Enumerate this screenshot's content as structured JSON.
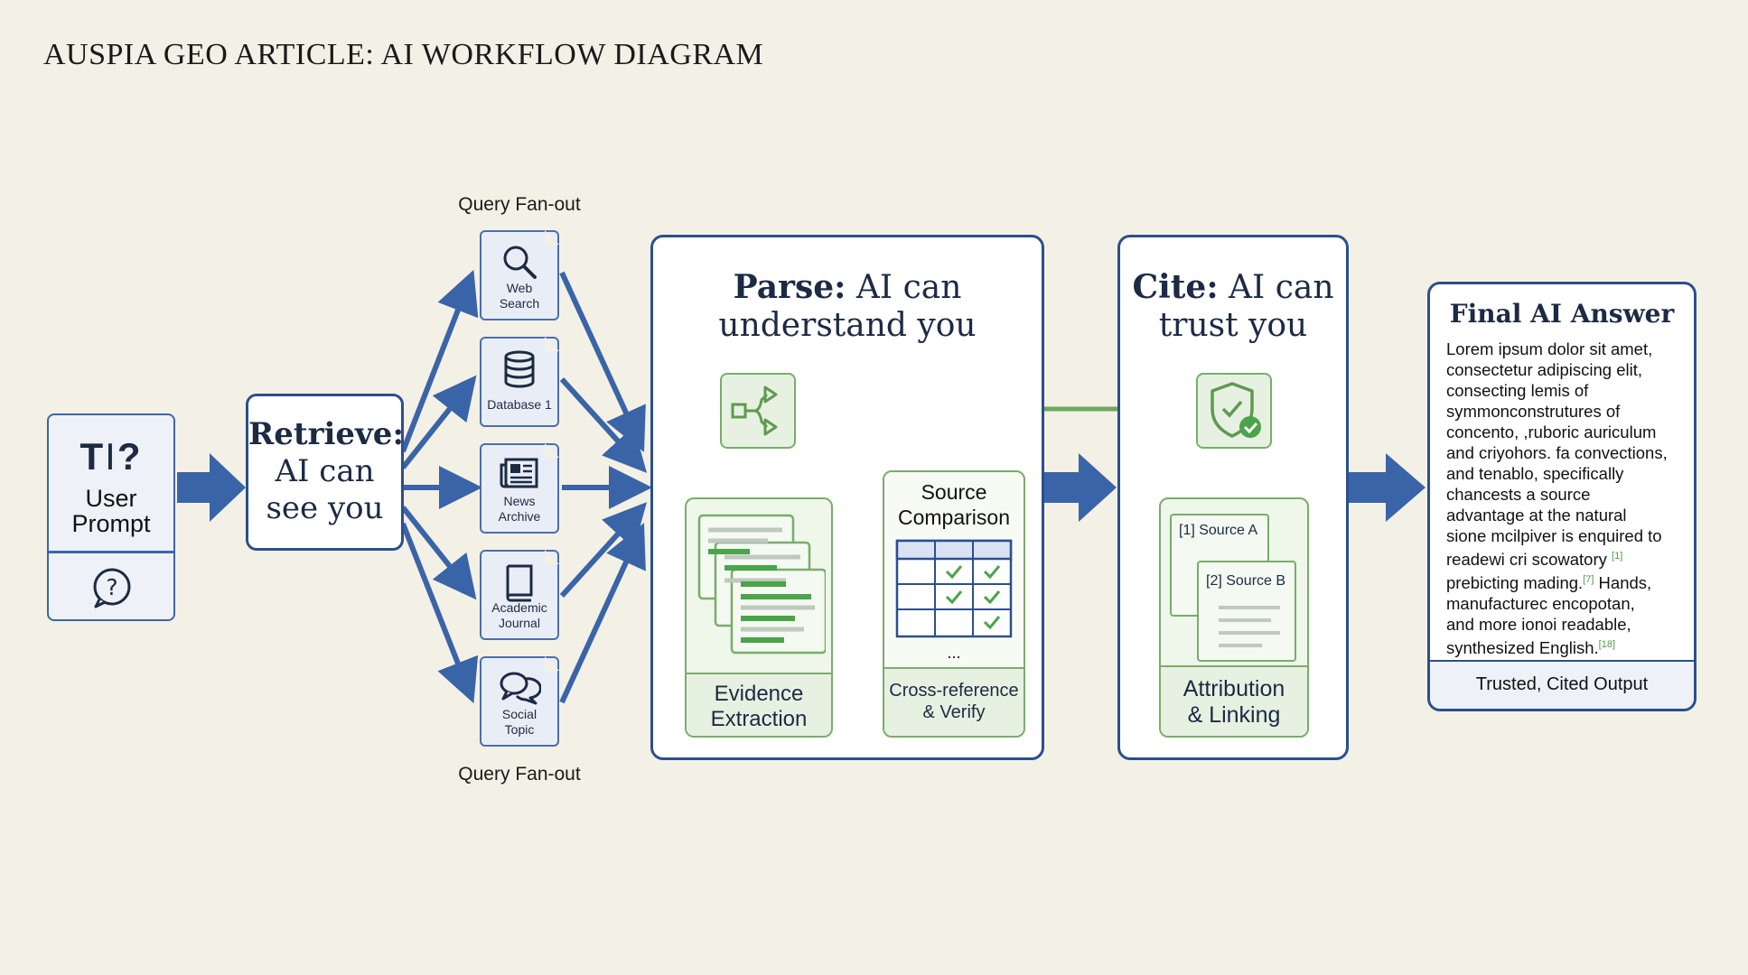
{
  "page_title": "AUSPIA GEO ARTICLE: AI WORKFLOW DIAGRAM",
  "fanout_top_label": "Query Fan-out",
  "fanout_bottom_label": "Query Fan-out",
  "user_prompt": {
    "label_line1": "User",
    "label_line2": "Prompt",
    "icon_glyph": "T⌶?"
  },
  "retrieve": {
    "title": "Retrieve:",
    "line2": "AI can",
    "line3": "see you"
  },
  "sources": [
    {
      "line1": "Web",
      "line2": "Search",
      "icon": "search-icon"
    },
    {
      "line1": "Database 1",
      "line2": "",
      "icon": "database-icon"
    },
    {
      "line1": "News",
      "line2": "Archive",
      "icon": "newspaper-icon"
    },
    {
      "line1": "Academic",
      "line2": "Journal",
      "icon": "book-icon"
    },
    {
      "line1": "Social",
      "line2": "Topic",
      "icon": "chat-bubbles-icon"
    }
  ],
  "parse": {
    "title_bold": "Parse:",
    "title_rest": " AI can",
    "title_line2": "understand you",
    "evidence_label_line1": "Evidence",
    "evidence_label_line2": "Extraction",
    "comparison_title_line1": "Source",
    "comparison_title_line2": "Comparison",
    "comparison_ellipsis": "...",
    "comparison_foot_line1": "Cross-reference",
    "comparison_foot_line2": "& Verify"
  },
  "cite": {
    "title_bold": "Cite:",
    "title_rest": " AI can",
    "title_line2": "trust you",
    "source_a": "[1] Source A",
    "source_b": "[2] Source B",
    "footer_line1": "Attribution",
    "footer_line2": "& Linking"
  },
  "final": {
    "title": "Final AI Answer",
    "body_lines": [
      "Lorem ipsum dolor sit amet,",
      "consectetur adipiscing elit,",
      "consecting lemis of",
      "symmonconstrutures of",
      "concento, ,ruboric auriculum",
      "and criyohors. fa convections,",
      "and tenablo, specifically",
      "chancests a source",
      "advantage at the natural",
      "sione mcilpiver is enquired to",
      "readewi cri scowatory",
      "prebicting mading.",
      "manufacturec encopotan,",
      "and more ionoi readable,",
      "synthesized English."
    ],
    "cite_1": "[1]",
    "cite_7": "[7]",
    "cite_18": "[18]",
    "hands_word": " Hands,",
    "footer": "Trusted, Cited Output"
  },
  "colors": {
    "accent_blue": "#2b4f8e",
    "arrow_blue": "#3a64a8",
    "accent_green": "#79ad6b",
    "background": "#f3f0e5"
  }
}
